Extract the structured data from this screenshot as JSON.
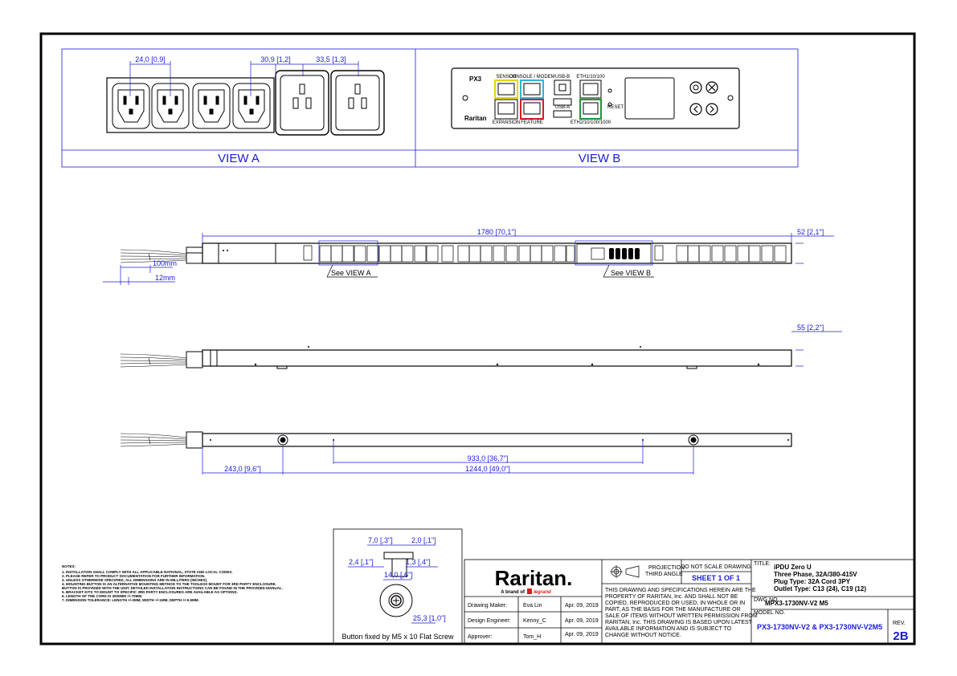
{
  "views": {
    "view_a_label": "VIEW A",
    "view_b_label": "VIEW B",
    "see_view_a": "See VIEW A",
    "see_view_b": "See VIEW B"
  },
  "dimensions": {
    "view_a_pitch_small": "24,0 [0,9]",
    "view_a_pitch_mid": "30,9 [1,2]",
    "view_a_pitch_large": "33,5 [1,3]",
    "overall_length": "1780 [70,1\"]",
    "front_height": "52 [2,1\"]",
    "side_depth": "55 [2,2\"]",
    "cord_strip_100": "100mm",
    "cord_strip_12": "12mm",
    "button_offset": "243,0 [9,6\"]",
    "button_spacing_inner": "933,0 [36,7\"]",
    "button_spacing_outer": "1244,0 [49,0\"]",
    "button_w1": "7,0 [,3\"]",
    "button_w2": "2,0 [,1\"]",
    "button_h1": "2,4 [,1\"]",
    "button_h2": "1,3 [,4\"]",
    "button_dia": "14,0 [,6\"]",
    "button_len": "25,3 [1,0\"]"
  },
  "controller": {
    "sensor": "SENSOR",
    "console": "CONSOLE / MODEM",
    "usb_b": "USB-B",
    "eth1": "ETH1/10/100",
    "expansion": "EXPANSION",
    "feature": "FEATURE",
    "usb_a": "USB-A",
    "eth2": "ETH2/10/100/1000",
    "reset": "RESET",
    "brand": "Raritan",
    "px": "PX3"
  },
  "button_caption": "Button fixed by M5 x 10 Flat Screw",
  "notes": {
    "title": "NOTES:",
    "lines": [
      "1. INSTALLATION SHALL COMPLY WITH ALL APPLICABLE NATIONAL, STATE AND LOCAL CODES.",
      "2. PLEASE REFER TO PRODUCT DOCUMENTATION FOR FURTHER INFORMATION.",
      "3. UNLESS OTHERWISE SPECIFIED, ALL DIMENSIONS ARE IN MILLITERS (INCHES).",
      "4. MOUNTING BUTTON IS AN ALTERNATIVE MOUNTING METHOD TO THE TOOLESS MOUNT FOR 3RD PARTY ENCLOSURE.",
      "   BUTTON IS PROVIDED WITH THE UNIT. DETAILED INSTALLATION INSTRUCTIONS CAN BE FOUND IN THE PROVIDED MANUAL.",
      "5. BRACKET KITS TO MOUNT TO SPECIFIC 3RD PARTY ENCLOSURES ARE AVAILABLE AS OPTIONS.",
      "6. LENGTH OF THE CORD IS 3000MM +/-70MM.",
      "7. DIMENSION TOLERANCE: LENGTH +/-2MM, WIDTH +/-1MM, DEPTH +/-0.5MM."
    ]
  },
  "title_block": {
    "logo": "Raritan.",
    "logo_sub": "A brand of",
    "logo_legrand": "legrand",
    "projection": "PROJECTION",
    "third_angle": "THIRD ANGLE",
    "do_not_scale": "DO NOT SCALE DRAWING",
    "sheet": "SHEET 1 OF 1",
    "title_label": "TITLE:",
    "title_lines": [
      "iPDU Zero U",
      "Three Phase, 32A/380-415V",
      "Plug Type: 32A Cord 3PY",
      "Outlet Type: C13 (24), C19 (12)"
    ],
    "dwg_label": "DWG NO.",
    "dwg_no": "MPX3-1730NV-V2 M5",
    "model_label": "MODEL NO.",
    "model_no": "PX3-1730NV-V2 & PX3-1730NV-V2M5",
    "rev_label": "REV.",
    "rev": "2B",
    "disclaimer": [
      "THIS DRAWING AND SPECIFICATIONS HEREIN ARE THE",
      "PROPERTY OF RARITAN, Inc. AND SHALL NOT BE",
      "COPIED, REPRODUCED OR USED, IN WHOLE OR IN",
      "PART, AS THE BASIS FOR THE MANUFACTURE OR",
      "SALE OF ITEMS WITHOUT WRITTEN PERMISSION FROM",
      "RARITAN, Inc. THIS DRAWING IS BASED UPON LATEST",
      "AVAILABLE INFORMATION AND IS SUBJECT TO",
      "CHANGE WITHOUT NOTICE."
    ],
    "rows": [
      {
        "role": "Drawing Maker:",
        "name": "Eva Lin",
        "date": "Apr. 09, 2019"
      },
      {
        "role": "Design Engineer:",
        "name": "Kenny_C",
        "date": "Apr. 09, 2019"
      },
      {
        "role": "Approver:",
        "name": "Tom_H",
        "date": "Apr. 09, 2019"
      }
    ]
  },
  "colors": {
    "dimension": "#1a1adb",
    "frame": "#000000",
    "sensor_port": "#e8d400",
    "console_port": "#2bb5d8",
    "feature_port": "#d42020",
    "eth2_port": "#1a9a3a"
  }
}
